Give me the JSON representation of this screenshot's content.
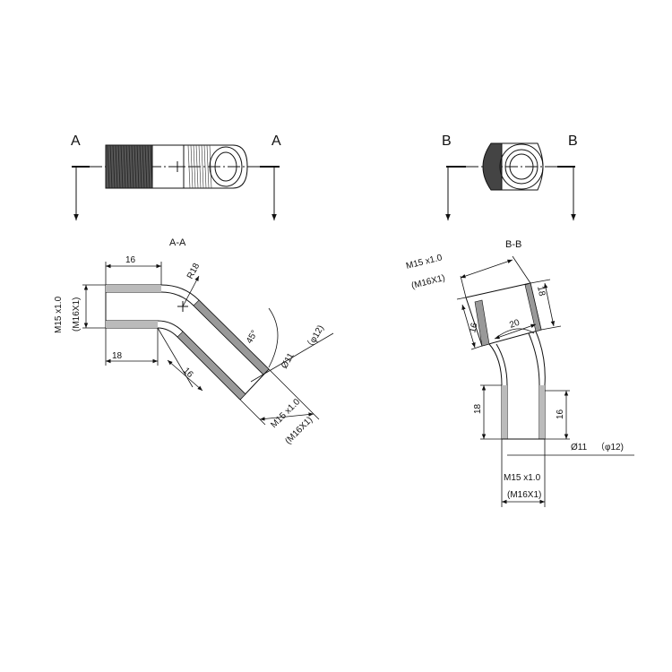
{
  "view_top_left": {
    "label_left": "A",
    "label_right": "A"
  },
  "view_top_right": {
    "label_left": "B",
    "label_right": "B"
  },
  "section_aa": {
    "title": "A-A",
    "dim_top": "16",
    "dim_bottom_left": "18",
    "dim_angled": "16",
    "radius": "R18",
    "angle": "45°",
    "thread_left_1": "M15 x1.0",
    "thread_left_2": "(M16X1)",
    "thread_right_1": "M15 x1.0",
    "thread_right_2": "(M16X1)",
    "dia_1": "Ø11",
    "dia_2": "（φ12)"
  },
  "section_bb": {
    "title": "B-B",
    "thread_top_1": "M15 x1.0",
    "thread_top_2": "(M16X1)",
    "dim_18_top": "18",
    "dim_16_left": "16",
    "dim_20": "20",
    "dim_18_bottom": "18",
    "dim_16_right": "16",
    "dia_1": "Ø11",
    "dia_2": "（φ12)",
    "thread_bottom_1": "M15 x1.0",
    "thread_bottom_2": "(M16X1)"
  }
}
